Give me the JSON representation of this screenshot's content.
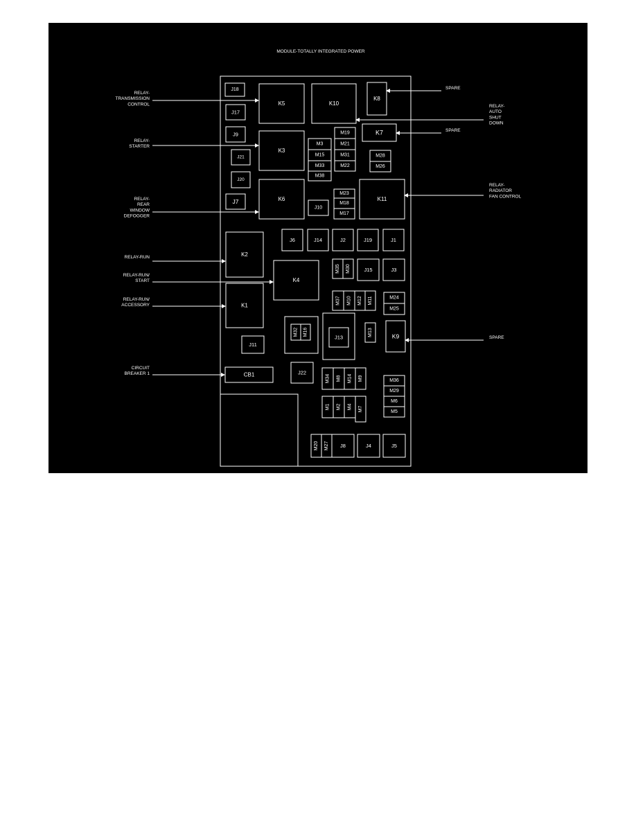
{
  "colors": {
    "background": "#000000",
    "foreground": "#ffffff",
    "page": "#ffffff"
  },
  "diagram": {
    "title": "MODULE-TOTALLY INTEGRATED POWER",
    "callouts": {
      "relay_transmission_control": [
        "RELAY-",
        "TRANSMISSION",
        "CONTROL"
      ],
      "relay_starter": [
        "RELAY-",
        "STARTER"
      ],
      "relay_rear_window_defogger": [
        "RELAY-",
        "REAR",
        "WINDOW",
        "DEFOGGER"
      ],
      "relay_run": [
        "RELAY-RUN"
      ],
      "relay_run_start": [
        "RELAY-RUN/",
        "START"
      ],
      "relay_run_accessory": [
        "RELAY-RUN/",
        "ACCESSORY"
      ],
      "circuit_breaker_1": [
        "CIRCUIT",
        "BREAKER 1"
      ],
      "spare_k8": [
        "SPARE"
      ],
      "relay_auto_shut_down": [
        "RELAY-",
        "AUTO",
        "SHUT",
        "DOWN"
      ],
      "spare_k7": [
        "SPARE"
      ],
      "relay_radiator_fan_control": [
        "RELAY-",
        "RADIATOR",
        "FAN CONTROL"
      ],
      "spare_k9": [
        "SPARE"
      ]
    },
    "components": {
      "J18": "J18",
      "J17": "J17",
      "J9": "J9",
      "J21": "J21",
      "J20": "J20",
      "J7": "J7",
      "K5": "K5",
      "K10": "K10",
      "K8": "K8",
      "K7": "K7",
      "K3": "K3",
      "K6": "K6",
      "K11": "K11",
      "K2": "K2",
      "K4": "K4",
      "K1": "K1",
      "K9": "K9",
      "CB1": "CB1",
      "M3": "M3",
      "M15": "M15",
      "M33": "M33",
      "M38": "M38",
      "M19": "M19",
      "M21": "M21",
      "M31": "M31",
      "M22": "M22",
      "M28": "M28",
      "M26": "M26",
      "M23": "M23",
      "M18": "M18",
      "M17": "M17",
      "J10": "J10",
      "J6": "J6",
      "J14": "J14",
      "J2": "J2",
      "J19": "J19",
      "J1": "J1",
      "M35": "M35",
      "M30": "M30",
      "J15": "J15",
      "J3": "J3",
      "M37": "M37",
      "M10": "M10",
      "M12": "M12",
      "M11": "M11",
      "M24": "M24",
      "M25": "M25",
      "M32": "M32",
      "M16": "M16",
      "J13": "J13",
      "M13": "M13",
      "J11": "J11",
      "J22": "J22",
      "M34": "M34",
      "M8": "M8",
      "M14": "M14",
      "M9": "M9",
      "M36": "M36",
      "M29": "M29",
      "M6": "M6",
      "M5": "M5",
      "M1": "M1",
      "M2": "M2",
      "M4": "M4",
      "M7": "M7",
      "M20": "M20",
      "M27": "M27",
      "J8": "J8",
      "J4": "J4",
      "J5": "J5"
    }
  }
}
